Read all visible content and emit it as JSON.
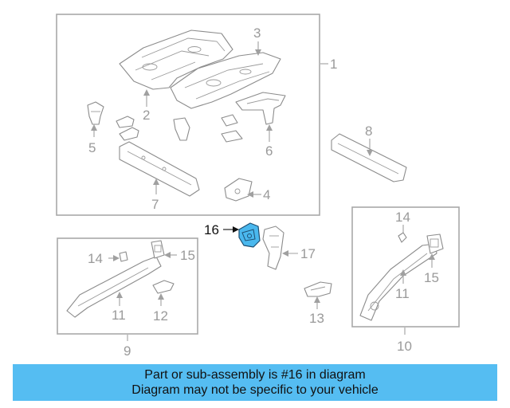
{
  "callouts": {
    "c1": "1",
    "c2": "2",
    "c3": "3",
    "c4": "4",
    "c5": "5",
    "c6": "6",
    "c7": "7",
    "c8": "8",
    "c9": "9",
    "c10": "10",
    "c11a": "11",
    "c11b": "11",
    "c12": "12",
    "c13": "13",
    "c14a": "14",
    "c14b": "14",
    "c15a": "15",
    "c15b": "15",
    "c16": "16",
    "c17": "17"
  },
  "highlight": {
    "part": "16",
    "fill": "#4ab8ee",
    "stroke": "#1d4f73"
  },
  "banner": {
    "line1": "Part or sub-assembly is #16 in diagram",
    "line2": "Diagram may not be specific to your vehicle",
    "background": "#55bdf2"
  }
}
